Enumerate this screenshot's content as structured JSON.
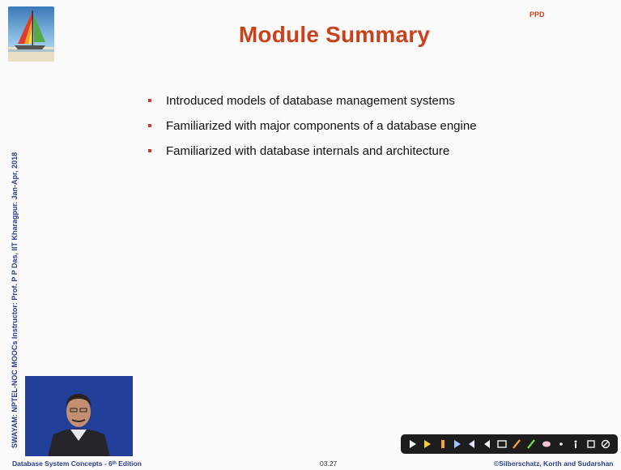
{
  "slide": {
    "title": "Module Summary",
    "top_right_tag": "PPD",
    "sidebar_text": "SWAYAM: NPTEL-NOC MOOCs Instructor: Prof. P P Das, IIT Kharagpur. Jan-Apr, 2018",
    "bullets": [
      "Introduced models of database management systems",
      "Familiarized with major components of a database engine",
      "Familiarized with database internals and architecture"
    ],
    "footer": {
      "left": "Database System Concepts - 6ᵗʰ Edition",
      "center": "03.27",
      "right": "©Silberschatz, Korth and Sudarshan"
    }
  },
  "toolbar": {
    "tools": [
      "pointer-icon",
      "pen-icon",
      "highlighter-icon",
      "marker-icon",
      "pen-blue-icon",
      "eraser-icon",
      "screen-icon",
      "pencil-orange-icon",
      "pencil-green-icon",
      "rubber-icon",
      "dot-icon",
      "laser-icon",
      "record-icon",
      "close-icon"
    ]
  },
  "colors": {
    "title": "#c8431c",
    "sidebar": "#2b3f8f",
    "bullet": "#d23a2a",
    "toolbar": "#1d1d1d"
  }
}
